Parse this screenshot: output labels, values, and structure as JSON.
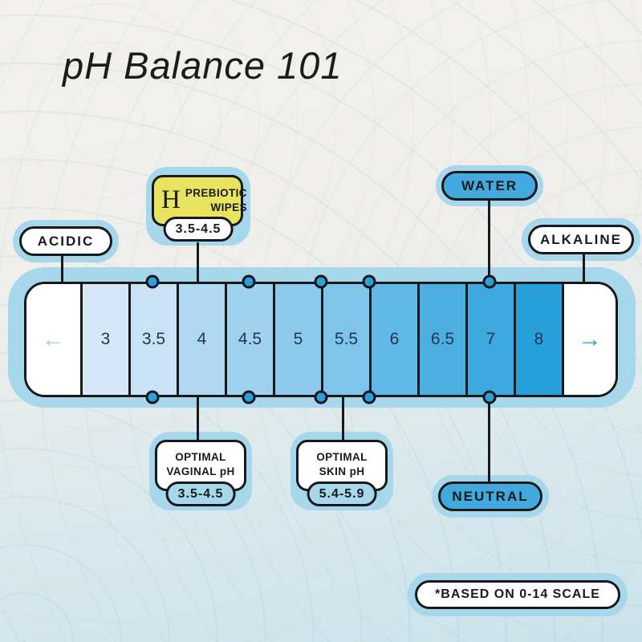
{
  "title": "pH Balance 101",
  "footnote": {
    "label": "*BASED ON 0-14 SCALE"
  },
  "colors": {
    "halo_blue": "#a6d7ea",
    "pill_blue": "#41a9de",
    "prebiotic_yellow": "#e9e45f",
    "dot_blue": "#2aa2d8",
    "line_black": "#19191c",
    "number_navy": "#20384e",
    "background_top": "#f2f1ed",
    "background_bottom": "#cbe2ea"
  },
  "callouts": {
    "acidic": {
      "label": "ACIDIC"
    },
    "alkaline": {
      "label": "ALKALINE"
    },
    "water": {
      "label": "WATER"
    },
    "neutral": {
      "label": "NEUTRAL"
    },
    "prebiotic_wipes": {
      "logo": "H",
      "name_line1": "PREBIOTIC",
      "name_line2": "WIPES",
      "range": "3.5-4.5"
    },
    "optimal_vaginal": {
      "name_line1": "OPTIMAL",
      "name_line2": "VAGINAL pH",
      "range": "3.5-4.5"
    },
    "optimal_skin": {
      "name_line1": "OPTIMAL",
      "name_line2": "SKIN pH",
      "range": "5.4-5.9"
    }
  },
  "scale": {
    "left_arrow": "←",
    "right_arrow": "→",
    "cells": [
      {
        "label": "3",
        "color": "#d6e8f8"
      },
      {
        "label": "3.5",
        "color": "#c9e2f5"
      },
      {
        "label": "4",
        "color": "#b0d8f1"
      },
      {
        "label": "4.5",
        "color": "#a0d1ee"
      },
      {
        "label": "5",
        "color": "#8ecaec"
      },
      {
        "label": "5.5",
        "color": "#7fc4e9"
      },
      {
        "label": "6",
        "color": "#5fb8e5"
      },
      {
        "label": "6.5",
        "color": "#4cafe0"
      },
      {
        "label": "7",
        "color": "#3da9de"
      },
      {
        "label": "8",
        "color": "#27a0da"
      }
    ],
    "range_markers": [
      {
        "cell": "3.5",
        "anchor": "center"
      },
      {
        "cell": "4.5",
        "anchor": "center"
      },
      {
        "cell": "5.5",
        "anchor": "start"
      },
      {
        "cell": "5.5",
        "anchor": "end"
      },
      {
        "cell": "7",
        "anchor": "center"
      }
    ]
  }
}
